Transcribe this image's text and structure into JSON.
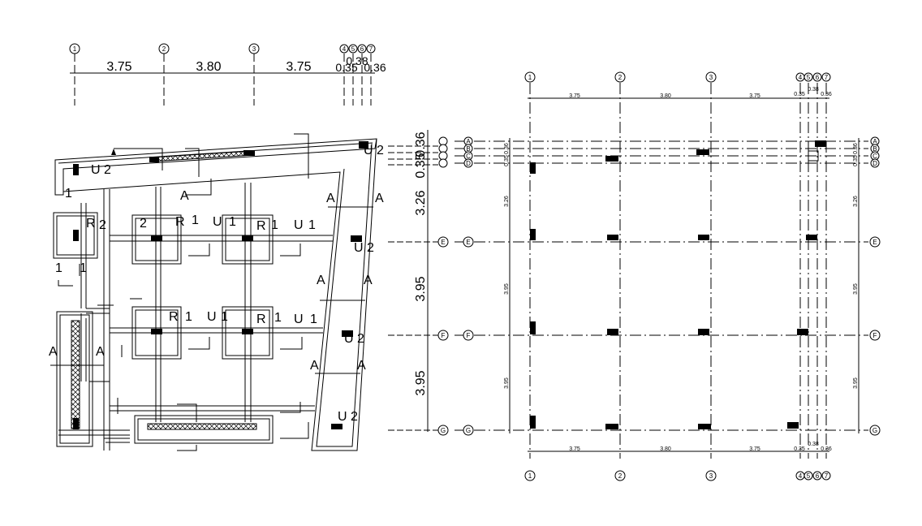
{
  "left_plan": {
    "top_axis_labels": [
      "1",
      "2",
      "3",
      "4",
      "5",
      "6",
      "7"
    ],
    "top_dims": [
      "3.75",
      "3.80",
      "3.75",
      "0.35",
      "0.38",
      "0.36"
    ],
    "side_dims": [
      "0.36",
      "0.35",
      "3.26",
      "3.95",
      "3.95"
    ],
    "footing_labels": {
      "u2_top": "U 2",
      "u2_right_top": "U 2",
      "u2_right_mid": "U 2",
      "u2_right_low": "U 2",
      "u2_bottom": "U 2",
      "r": "R",
      "u": "U",
      "a": "A",
      "one": "1",
      "two": "2"
    }
  },
  "right_plan": {
    "axis_labels_x": [
      "1",
      "2",
      "3",
      "4",
      "5",
      "6",
      "7"
    ],
    "axis_labels_y": [
      "A",
      "B",
      "C",
      "D",
      "E",
      "F",
      "G"
    ],
    "top_dims": [
      "3.75",
      "3.80",
      "3.75",
      "0.35",
      "0.38",
      "0.36"
    ],
    "bottom_dims": [
      "3.75",
      "3.80",
      "3.75",
      "0.35",
      "0.38",
      "0.36"
    ],
    "side_dims": [
      "3.26",
      "3.95",
      "3.95"
    ],
    "small_side_dims": [
      "0.36",
      "0.35"
    ]
  },
  "colors": {
    "line": "#000000",
    "background": "#ffffff"
  }
}
